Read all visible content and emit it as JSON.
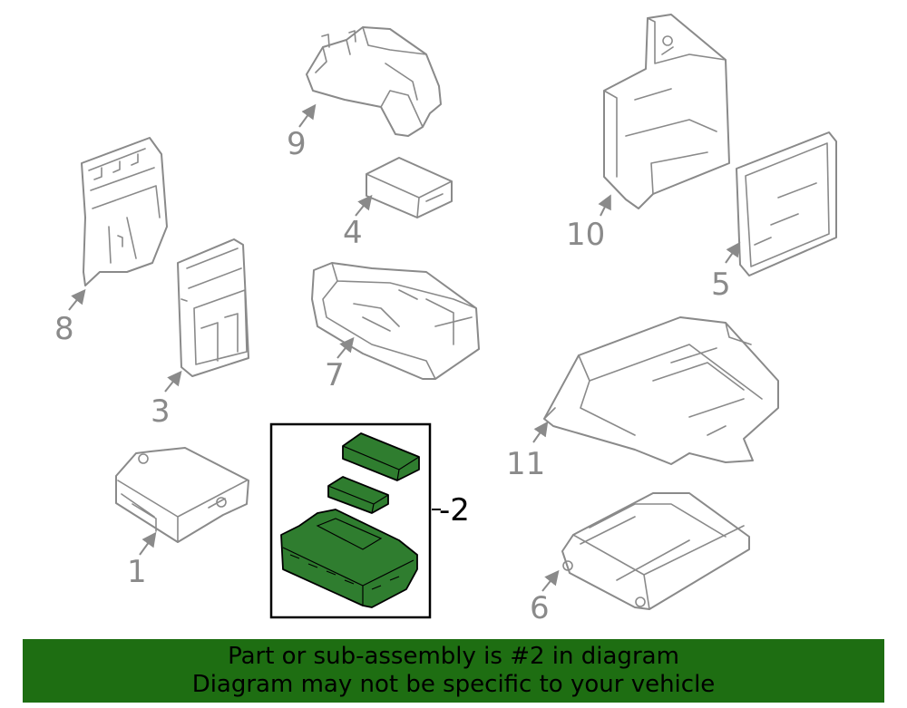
{
  "callouts": {
    "c1": "1",
    "c2": "-2",
    "c3": "3",
    "c4": "4",
    "c5": "5",
    "c6": "6",
    "c7": "7",
    "c8": "8",
    "c9": "9",
    "c10": "10",
    "c11": "11"
  },
  "banner": {
    "line1": "Part or sub-assembly is #2 in diagram",
    "line2": "Diagram may not be specific to your vehicle"
  },
  "colors": {
    "highlight_fill": "#2f7d2f",
    "banner_background": "#1e6e12",
    "linework": "#8a8a8a"
  }
}
